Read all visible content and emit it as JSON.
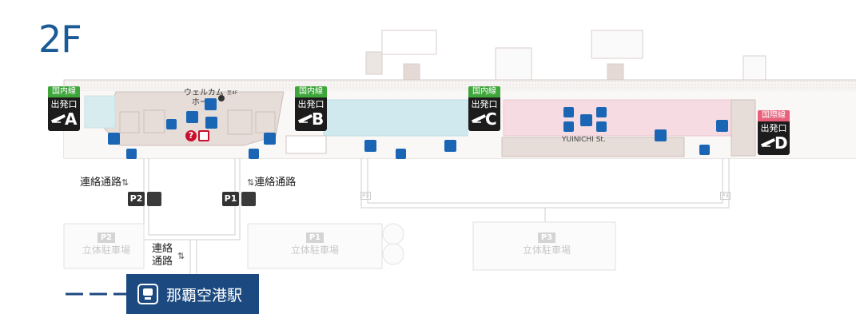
{
  "floor_label": "2F",
  "gates": [
    {
      "id": "A",
      "tag": "国内線",
      "text": "出発口",
      "letter": "A",
      "tag_color": "#3fa63c"
    },
    {
      "id": "B",
      "tag": "国内線",
      "text": "出発口",
      "letter": "B",
      "tag_color": "#3fa63c"
    },
    {
      "id": "C",
      "tag": "国内線",
      "text": "出発口",
      "letter": "C",
      "tag_color": "#3fa63c"
    },
    {
      "id": "D",
      "tag": "国際線",
      "text": "出発口",
      "letter": "D",
      "tag_color": "#e8607a"
    }
  ],
  "welcome_hall": "ウェルカム\nホール",
  "floor_small": "至4F",
  "street": "YUINICHI St.",
  "passages": {
    "left": "連絡通路",
    "right": "連絡通路",
    "bottom_line1": "連絡",
    "bottom_line2": "通路",
    "arrows": "⇅"
  },
  "parking_badges": [
    "P2",
    "P1"
  ],
  "lots": [
    {
      "badge": "P2",
      "name": "立体駐車場"
    },
    {
      "badge": "P1",
      "name": "立体駐車場"
    },
    {
      "badge": "P3",
      "name": "立体駐車場"
    }
  ],
  "small_markers": [
    "P3",
    "P3"
  ],
  "station_name": "那覇空港駅",
  "icons": [
    "escalator-icon",
    "elevator-icon",
    "information-icon",
    "lost-property-icon",
    "plane-icon",
    "bus-icon",
    "monorail-icon"
  ],
  "colors": {
    "title_blue": "#1a5a96",
    "icon_blue": "#1a66b5",
    "station_navy": "#1c4a80",
    "teal_area": "#cfe9ee",
    "pink_area": "#f6dbe3",
    "building_tan": "#e6dcd8",
    "gate_black": "#1c1c1c"
  }
}
